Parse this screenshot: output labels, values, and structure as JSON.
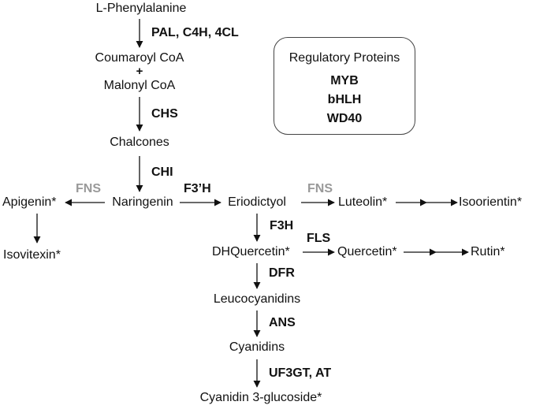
{
  "nodes": {
    "phenylalanine": "L-Phenylalanine",
    "coumaroyl": "Coumaroyl CoA",
    "plus": "+",
    "malonyl": "Malonyl CoA",
    "chalcones": "Chalcones",
    "naringenin": "Naringenin",
    "apigenin": "Apigenin*",
    "isovitexin": "Isovitexin*",
    "eriodictyol": "Eriodictyol",
    "luteolin": "Luteolin*",
    "isoorientin": "Isoorientin*",
    "dhquercetin": "DHQuercetin*",
    "quercetin": "Quercetin*",
    "rutin": "Rutin*",
    "leucocyanidins": "Leucocyanidins",
    "cyanidins": "Cyanidins",
    "cyanidin_glucoside": "Cyanidin 3-glucoside*"
  },
  "enzymes": {
    "pal": "PAL, C4H, 4CL",
    "chs": "CHS",
    "chi": "CHI",
    "fns_left": "FNS",
    "f3h_prime": "F3’H",
    "fns_right": "FNS",
    "f3h": "F3H",
    "fls": "FLS",
    "dfr": "DFR",
    "ans": "ANS",
    "uf3gt": "UF3GT, AT"
  },
  "regulatory_box": {
    "title": "Regulatory Proteins",
    "proteins": [
      "MYB",
      "bHLH",
      "WD40"
    ]
  },
  "colors": {
    "text": "#111111",
    "inactive_enzyme": "#999999",
    "arrow": "#111111",
    "box_border": "#444444"
  }
}
